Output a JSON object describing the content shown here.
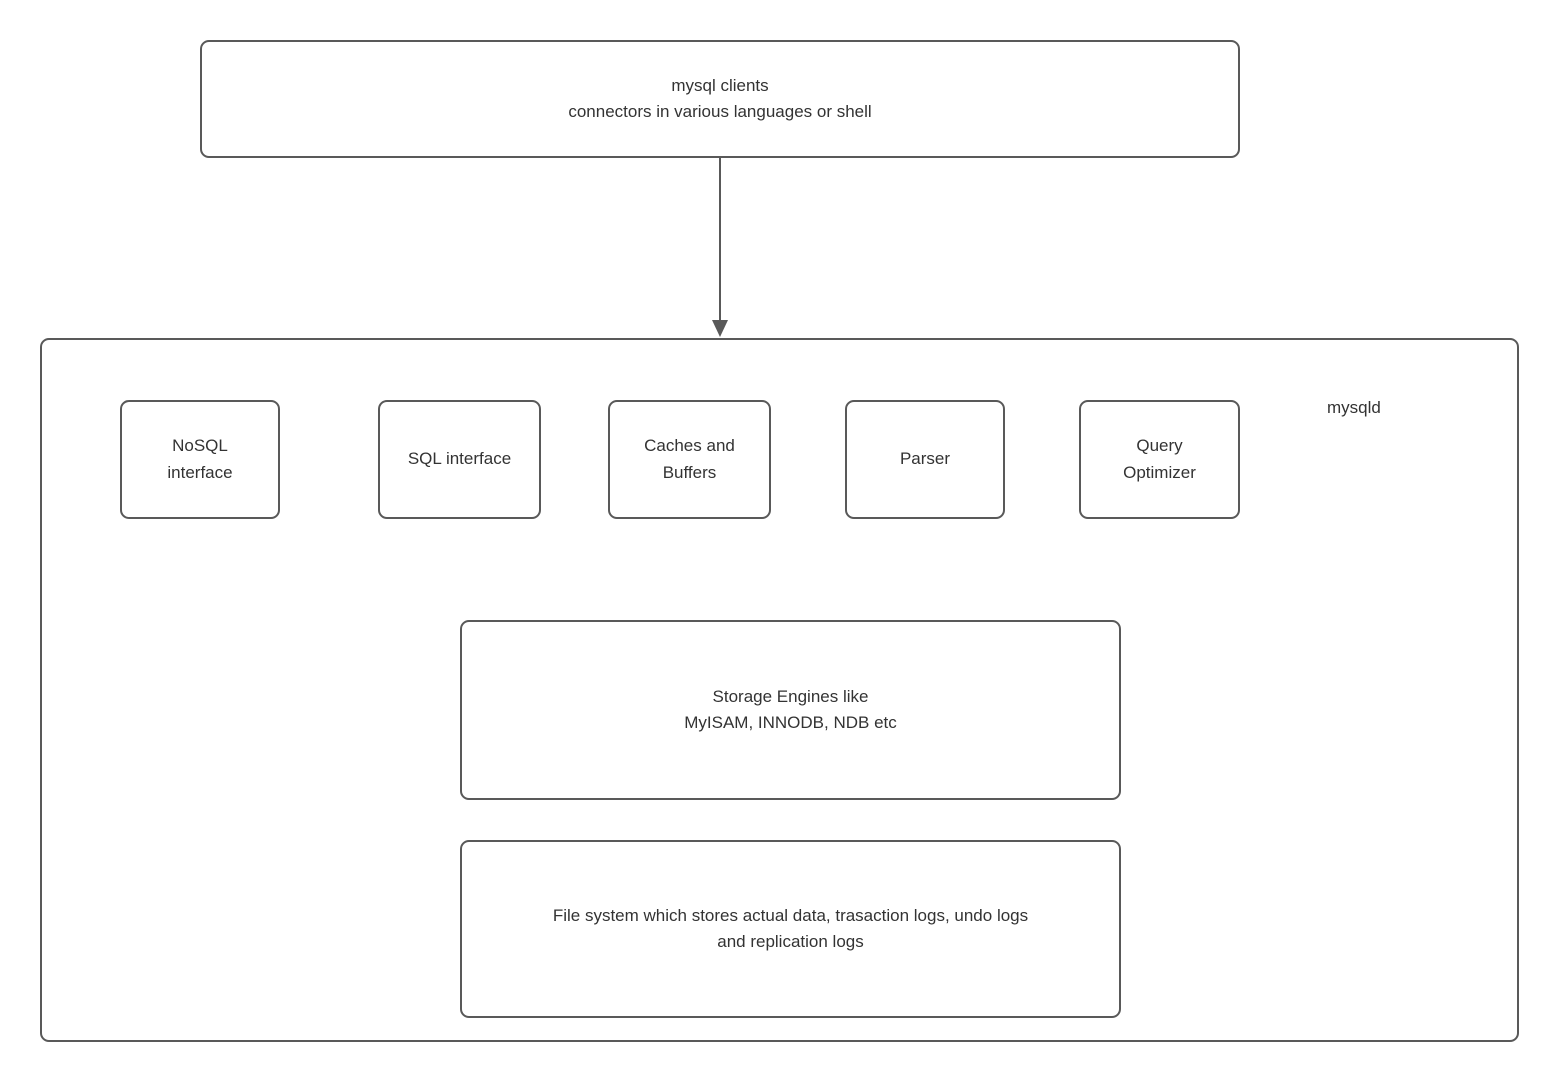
{
  "colors": {
    "border": "#595959",
    "text": "#333333",
    "background": "#ffffff"
  },
  "diagram": {
    "client_box": {
      "label": "mysql clients\nconnectors in various languages or shell"
    },
    "mysqld": {
      "label": "mysqld"
    },
    "components": [
      {
        "label": "NoSQL\ninterface"
      },
      {
        "label": "SQL interface"
      },
      {
        "label": "Caches and\nBuffers"
      },
      {
        "label": "Parser"
      },
      {
        "label": "Query\nOptimizer"
      }
    ],
    "storage_box": {
      "label": "Storage Engines like\nMyISAM, INNODB, NDB etc"
    },
    "filesystem_box": {
      "label": "File system which stores actual data, trasaction logs, undo logs\nand replication logs"
    }
  }
}
